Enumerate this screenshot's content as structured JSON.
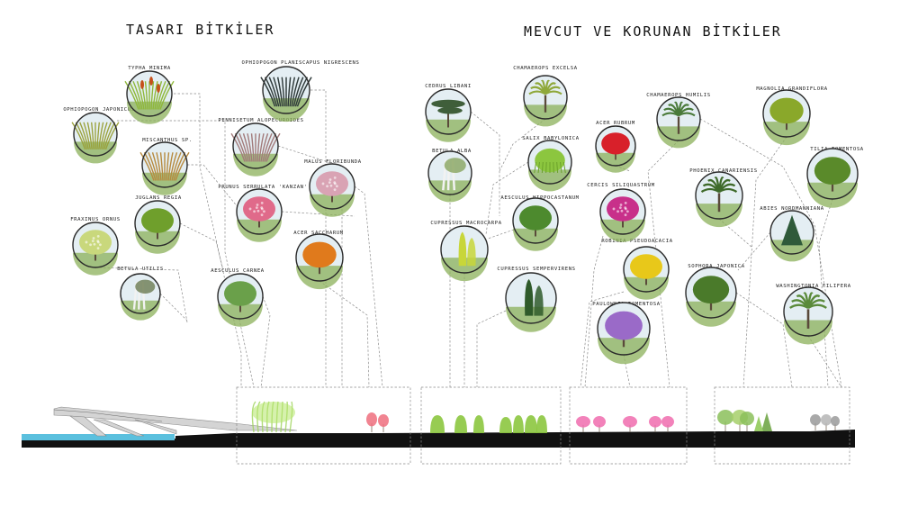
{
  "headings": {
    "design": "TASARI BİTKİLER",
    "existing": "MEVCUT VE KORUNAN BİTKİLER"
  },
  "colors": {
    "water": "#5bc0de",
    "ground": "#111111",
    "connector": "#8a8a8a",
    "grass": "#b5e66a",
    "pink": "#f06cae",
    "coral": "#ef6e7e"
  },
  "plants": [
    {
      "id": "typha-minima",
      "label": "TYPHA MINIMA",
      "icon": "reeds-icon",
      "color": "#8fb83a"
    },
    {
      "id": "ophiopogon-planiscapus",
      "label": "OPHIOPOGON PLANISCAPUS NIGRESCENS",
      "icon": "dark-grass-icon",
      "color": "#2f3a3a"
    },
    {
      "id": "ophiopogon-japonicus",
      "label": "OPHIOPOGON JAPONICUS",
      "icon": "grass-icon",
      "color": "#9aa13a"
    },
    {
      "id": "pennisetum",
      "label": "PENNISETUM ALOPECUROIDES",
      "icon": "grass-icon",
      "color": "#a27a7a"
    },
    {
      "id": "miscanthus",
      "label": "MISCANTHUS SP.",
      "icon": "grass-icon",
      "color": "#b78a3e"
    },
    {
      "id": "malus-floribunda",
      "label": "MALUS FLORIBUNDA",
      "icon": "blossom-tree-icon",
      "color": "#d9a3b4"
    },
    {
      "id": "juglans-regia",
      "label": "JUGLANS REGIA",
      "icon": "tree-icon",
      "color": "#6f9f2c"
    },
    {
      "id": "prunus-serrulata",
      "label": "PRUNUS SERRULATA 'KANZAN'",
      "icon": "blossom-tree-icon",
      "color": "#e06a8a"
    },
    {
      "id": "fraxinus-ornus",
      "label": "FRAXINUS ORNUS",
      "icon": "flowering-tree-icon",
      "color": "#c9d87c"
    },
    {
      "id": "acer-saccharum",
      "label": "ACER SACCHARUM",
      "icon": "autumn-tree-icon",
      "color": "#e07a1c"
    },
    {
      "id": "betula-utilis",
      "label": "BETULA UTILIS",
      "icon": "birch-icon",
      "color": "#5a6b3a"
    },
    {
      "id": "aesculus-carnea",
      "label": "AESCULUS CARNEA",
      "icon": "tree-icon",
      "color": "#6aa04a"
    },
    {
      "id": "cedrus-libani",
      "label": "CEDRUS LIBANI",
      "icon": "cedar-icon",
      "color": "#3f5e3a"
    },
    {
      "id": "chamaerops-excelsa",
      "label": "CHAMAEROPS EXCELSA",
      "icon": "palm-icon",
      "color": "#8fa83a"
    },
    {
      "id": "salix-babylonica",
      "label": "SALIX BABYLONICA",
      "icon": "willow-icon",
      "color": "#8cc63f"
    },
    {
      "id": "betula-alba",
      "label": "BETULA ALBA",
      "icon": "birch-icon",
      "color": "#7a9a4a"
    },
    {
      "id": "aesculus-hippocastanum",
      "label": "AESCULUS HIPPOCASTANUM",
      "icon": "tree-icon",
      "color": "#4d8a2e"
    },
    {
      "id": "cupressus-macrocarpa",
      "label": "CUPRESSUS MACROCARPA",
      "icon": "cypress-icon",
      "color": "#c8d63a"
    },
    {
      "id": "cupressus-sempervirens",
      "label": "CUPRESSUS SEMPERVIRENS",
      "icon": "cypress-icon",
      "color": "#2f5a2a"
    },
    {
      "id": "acer-rubrum",
      "label": "ACER RUBRUM",
      "icon": "red-tree-icon",
      "color": "#d8202a"
    },
    {
      "id": "cercis-siliquastrum",
      "label": "CERCIS SILIQUASTRUM",
      "icon": "blossom-tree-icon",
      "color": "#c8308a"
    },
    {
      "id": "robinia-pseudoacacia",
      "label": "ROBINIA PSEUDOACACIA",
      "icon": "yellow-tree-icon",
      "color": "#e8c81a"
    },
    {
      "id": "paulownia-tomentosa",
      "label": "PAULOWNIA TOMENTOSA",
      "icon": "purple-tree-icon",
      "color": "#9a6ac8"
    },
    {
      "id": "chamaerops-humilis",
      "label": "CHAMAEROPS HUMILIS",
      "icon": "palm-icon",
      "color": "#4a7a3a"
    },
    {
      "id": "magnolia-grandiflora",
      "label": "MAGNOLIA GRANDIFLORA",
      "icon": "tree-icon",
      "color": "#8aa82a"
    },
    {
      "id": "phoenix-canariensis",
      "label": "PHOENIX CANARIENSIS",
      "icon": "palm-icon",
      "color": "#3f6a2a"
    },
    {
      "id": "tilia-tomentosa",
      "label": "TILIA TOMENTOSA",
      "icon": "tree-icon",
      "color": "#5a8a2a"
    },
    {
      "id": "abies-nordmanniana",
      "label": "ABIES NORDMANNIANA",
      "icon": "fir-icon",
      "color": "#2f5a3a"
    },
    {
      "id": "sophora-japonica",
      "label": "SOPHORA JAPONICA",
      "icon": "tree-icon",
      "color": "#4a7a2a"
    },
    {
      "id": "washingtonia-filifera",
      "label": "WASHINGTONIA FILIFERA",
      "icon": "palm-icon",
      "color": "#5a8a3a"
    }
  ]
}
